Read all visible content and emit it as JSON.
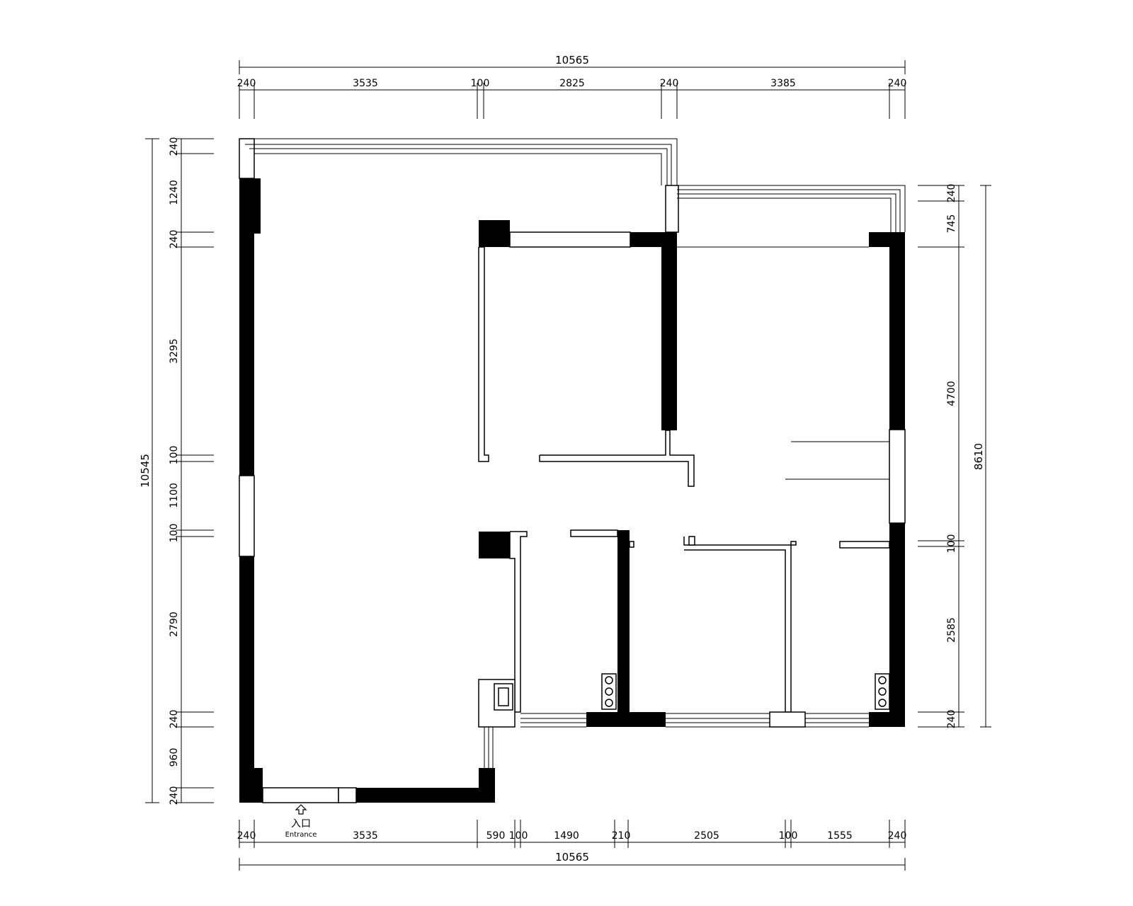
{
  "top_dims": {
    "total": "10565",
    "segments": [
      "240",
      "3535",
      "100",
      "2825",
      "240",
      "3385",
      "240"
    ]
  },
  "bottom_dims": {
    "total": "10565",
    "segments": [
      "240",
      "3535",
      "590",
      "100",
      "1490",
      "210",
      "2505",
      "100",
      "1555",
      "240"
    ]
  },
  "left_dims": {
    "total": "10545",
    "segments": [
      "240",
      "1240",
      "240",
      "3295",
      "100",
      "1100",
      "100",
      "2790",
      "240",
      "960",
      "240"
    ]
  },
  "right_dims": {
    "total": "8610",
    "segments": [
      "240",
      "745",
      "4700",
      "100",
      "2585",
      "240"
    ]
  },
  "entrance": {
    "label_cn": "入口",
    "label_en": "Entrance",
    "icon": "arrow-up-icon"
  }
}
